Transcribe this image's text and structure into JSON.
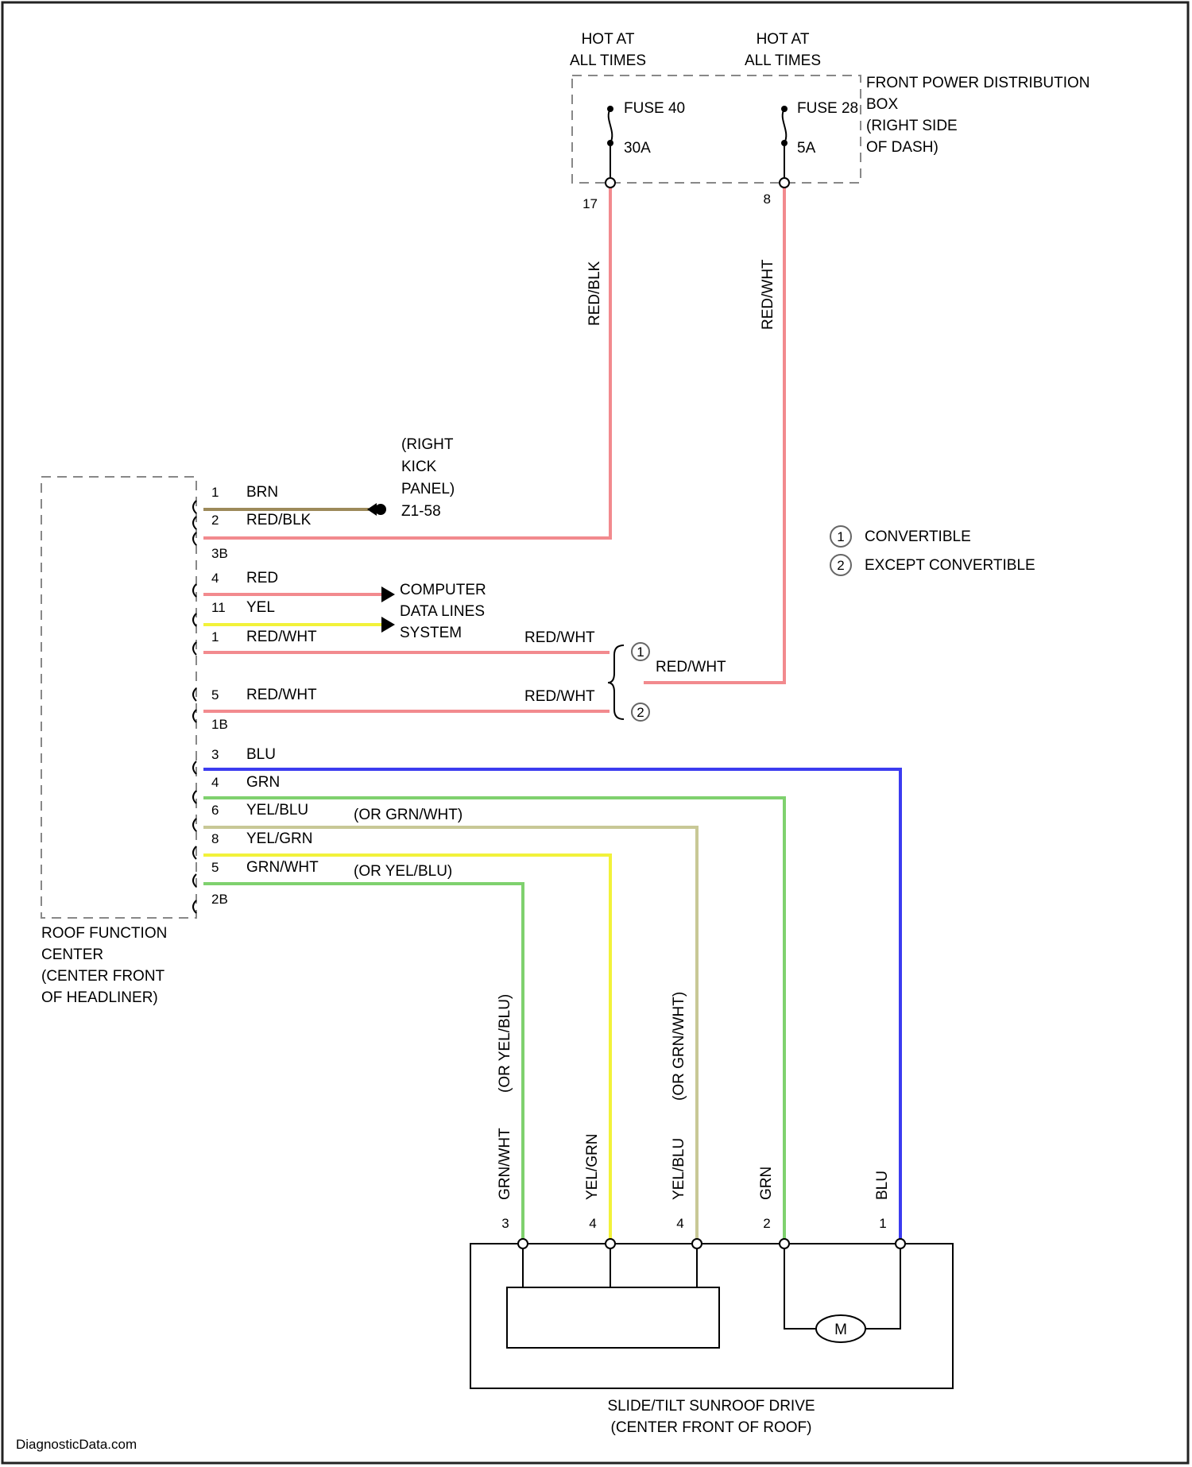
{
  "colors": {
    "red": "#f28a8e",
    "blue": "#3c3cf0",
    "green": "#7fd16e",
    "yellow": "#f2f23a",
    "tan": "#c8c896",
    "brown": "#9c8a5a"
  },
  "hot_at_all_times": {
    "line1": "HOT AT",
    "line2": "ALL TIMES"
  },
  "fuse_box": {
    "line1": "FRONT POWER DISTRIBUTION",
    "line2": "BOX",
    "line3": "(RIGHT SIDE",
    "line4": "OF DASH)",
    "fuse40": {
      "name": "FUSE 40",
      "rating": "30A",
      "pin": "17"
    },
    "fuse28": {
      "name": "FUSE 28",
      "rating": "5A",
      "pin": "8"
    }
  },
  "wires": {
    "red_blk": "RED/BLK",
    "red_wht": "RED/WHT",
    "red_wht_join": "RED/WHT",
    "red_wht_a": "RED/WHT",
    "red_wht_b": "RED/WHT"
  },
  "ground": {
    "line1": "(RIGHT",
    "line2": "KICK",
    "line3": "PANEL)",
    "line4": "Z1-58"
  },
  "computer_data": {
    "line1": "COMPUTER",
    "line2": "DATA LINES",
    "line3": "SYSTEM"
  },
  "legend": {
    "c1": {
      "num": "1",
      "text": "CONVERTIBLE"
    },
    "c2": {
      "num": "2",
      "text": "EXCEPT CONVERTIBLE"
    }
  },
  "rfc": {
    "line1": "ROOF FUNCTION",
    "line2": "CENTER",
    "line3": "(CENTER FRONT",
    "line4": "OF HEADLINER)",
    "pins": [
      {
        "pin": "1",
        "wire": "BRN"
      },
      {
        "pin": "2",
        "wire": "RED/BLK"
      },
      {
        "pin": "3B",
        "wire": ""
      },
      {
        "pin": "4",
        "wire": "RED"
      },
      {
        "pin": "11",
        "wire": "YEL"
      },
      {
        "pin": "1",
        "wire": "RED/WHT"
      },
      {
        "pin": "5",
        "wire": "RED/WHT"
      },
      {
        "pin": "1B",
        "wire": ""
      },
      {
        "pin": "3",
        "wire": "BLU"
      },
      {
        "pin": "4",
        "wire": "GRN"
      },
      {
        "pin": "6",
        "wire": "YEL/BLU"
      },
      {
        "pin": "8",
        "wire": "YEL/GRN"
      },
      {
        "pin": "5",
        "wire": "GRN/WHT"
      },
      {
        "pin": "2B",
        "wire": ""
      }
    ],
    "alt_yelblu": "(OR GRN/WHT)",
    "alt_grnwht": "(OR YEL/BLU)"
  },
  "motor": {
    "line1": "SLIDE/TILT SUNROOF DRIVE",
    "line2": "(CENTER FRONT OF ROOF)",
    "symbol": "M",
    "pins": [
      {
        "pin": "3",
        "wire": "GRN/WHT",
        "alt": "(OR YEL/BLU)"
      },
      {
        "pin": "4",
        "wire": "YEL/GRN",
        "alt": ""
      },
      {
        "pin": "4",
        "wire": "YEL/BLU",
        "alt": "(OR GRN/WHT)"
      },
      {
        "pin": "2",
        "wire": "GRN",
        "alt": ""
      },
      {
        "pin": "1",
        "wire": "BLU",
        "alt": ""
      }
    ]
  },
  "watermark": "DiagnosticData.com"
}
